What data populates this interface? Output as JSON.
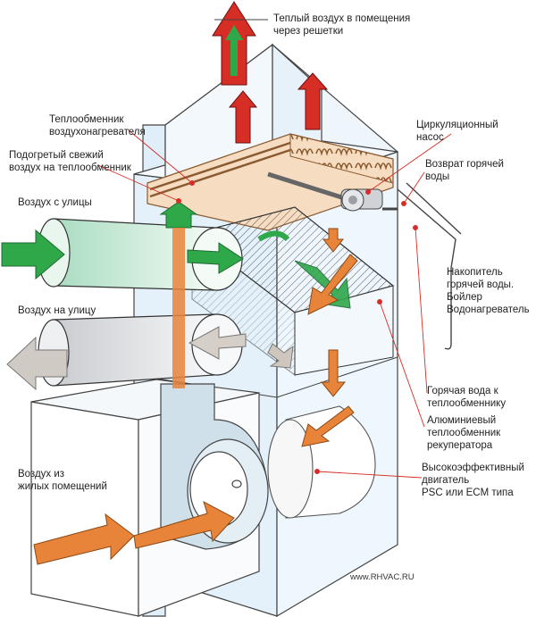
{
  "labels": {
    "warm_air": [
      "Теплый воздух в помещения",
      "через решетки"
    ],
    "heat_exchanger": [
      "Теплообменник",
      "воздухонагревателя"
    ],
    "preheated_air": [
      "Подогретый свежий",
      "воздух на теплообменник"
    ],
    "outdoor_air_in": "Воздух с улицы",
    "air_out": "Воздух на улицу",
    "pump": [
      "Циркуляционный",
      "насос"
    ],
    "hot_water_return": [
      "Возврат горячей",
      "воды"
    ],
    "storage": [
      "Накопитель",
      "горячей воды.",
      "Бойлер",
      "Водонагреватель"
    ],
    "hot_water_to_exchanger": [
      "Горячая вода к",
      "теплообменнику"
    ],
    "recuperator": [
      "Алюминиевый",
      "теплообменник",
      "рекуператора"
    ],
    "motor": [
      "Высокоэффективный",
      "двигатель",
      "PSC или ECM типа"
    ],
    "room_air": [
      "Воздух из",
      "жилых помещений"
    ],
    "watermark": "www.RHVAC.RU"
  },
  "colors": {
    "warm_arrow": "#d62d24",
    "fresh_arrow": "#2fa84a",
    "exhaust_arrow": "#b9b0a6",
    "orange_arrow": "#e8833a",
    "exchanger": "#f6dcc0",
    "leader_line": "#d62d24"
  }
}
